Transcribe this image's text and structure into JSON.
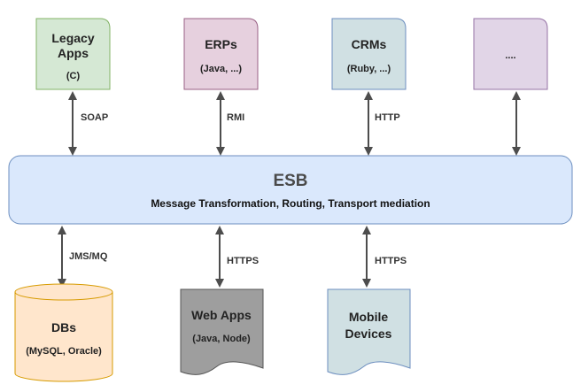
{
  "top_systems": [
    {
      "title_line1": "Legacy",
      "title_line2": "Apps",
      "detail": "(C)",
      "fill": "#d5e8d4",
      "stroke": "#82b366"
    },
    {
      "title_line1": "ERPs",
      "title_line2": "",
      "detail": "(Java, ...)",
      "fill": "#e6d0de",
      "stroke": "#996185"
    },
    {
      "title_line1": "CRMs",
      "title_line2": "",
      "detail": "(Ruby, ...)",
      "fill": "#d0e0e3",
      "stroke": "#6c8ebf"
    },
    {
      "title_line1": "",
      "title_line2": "",
      "detail": "....",
      "fill": "#e1d5e7",
      "stroke": "#9673a6"
    }
  ],
  "top_connections": [
    "SOAP",
    "RMI",
    "HTTP",
    ""
  ],
  "esb": {
    "title": "ESB",
    "subtitle": "Message Transformation, Routing, Transport mediation",
    "fill": "#dae8fc",
    "stroke": "#6c8ebf"
  },
  "bottom_connections": [
    "JMS/MQ",
    "HTTPS",
    "HTTPS"
  ],
  "bottom_systems": {
    "dbs": {
      "title": "DBs",
      "detail": "(MySQL, Oracle)",
      "fill": "#ffe6cc",
      "stroke": "#d79b00"
    },
    "web_apps": {
      "title": "Web Apps",
      "detail": "(Java, Node)",
      "fill": "#9e9e9e",
      "stroke": "#555555"
    },
    "mobile": {
      "title_line1": "Mobile",
      "title_line2": "Devices",
      "fill": "#d0e0e3",
      "stroke": "#6c8ebf"
    }
  }
}
